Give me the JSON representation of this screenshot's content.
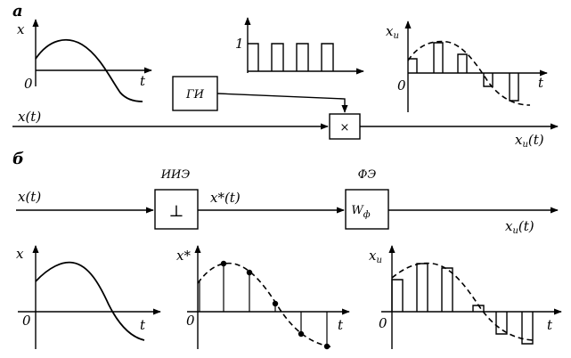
{
  "section_a": {
    "label": "а",
    "plot1": {
      "y_label": "x",
      "x_label": "t",
      "origin": "0"
    },
    "pulse_plot": {
      "level_label": "1"
    },
    "generator_box": {
      "label": "ГИ"
    },
    "multiplier_box": {
      "symbol": "×"
    },
    "input_signal": {
      "label": "x(t)"
    },
    "output_signal": {
      "label_main": "x",
      "label_sub": "и",
      "label_arg": "(t)"
    },
    "plot3": {
      "y_label_main": "x",
      "y_label_sub": "и",
      "x_label": "t",
      "origin": "0"
    }
  },
  "section_b": {
    "label": "б",
    "input_signal": {
      "label": "x(t)"
    },
    "iie_box": {
      "title": "ИИЭ",
      "symbol": "⊥"
    },
    "mid_signal": {
      "label": "x*(t)"
    },
    "filter_box": {
      "title": "ФЭ",
      "symbol_main": "W",
      "symbol_sub": "ф"
    },
    "output_signal": {
      "label_main": "x",
      "label_sub": "и",
      "label_arg": "(t)"
    },
    "plot1": {
      "y_label": "x",
      "x_label": "t",
      "origin": "0"
    },
    "plot2": {
      "y_label": "x*",
      "x_label": "t",
      "origin": "0"
    },
    "plot3": {
      "y_label_main": "x",
      "y_label_sub": "и",
      "x_label": "t",
      "origin": "0"
    }
  }
}
